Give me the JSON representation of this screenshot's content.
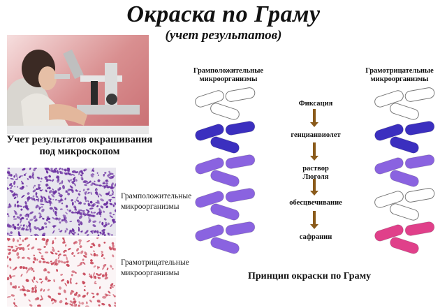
{
  "title": "Окраска по Граму",
  "subtitle": "(учет результатов)",
  "photo_caption": [
    "Учет результатов окрашивания",
    "под микроскопом"
  ],
  "micrographs": {
    "positive_label": [
      "Грамположительные",
      "микроорганизмы"
    ],
    "negative_label": [
      "Грамотрицательные",
      "микроорганизмы"
    ]
  },
  "diagram": {
    "gram_positive_header": [
      "Грамположительные",
      "микроорганизмы"
    ],
    "gram_negative_header": [
      "Грамотрицательные",
      "микроорганизмы"
    ],
    "steps": [
      "Фиксация",
      "генцианвиолет",
      "раствор",
      "Люголя",
      "обесцвечивание",
      "сафранин"
    ],
    "stage_colors": {
      "positive": [
        "#ffffff",
        "#3b2fbf",
        "#8a63e0",
        "#8a63e0",
        "#8a63e0"
      ],
      "negative": [
        "#ffffff",
        "#3b2fbf",
        "#8a63e0",
        "#ffffff",
        "#e0408a"
      ]
    },
    "arrow_color": "#8a5a1a",
    "caption": "Принцип окраски по Граму"
  }
}
